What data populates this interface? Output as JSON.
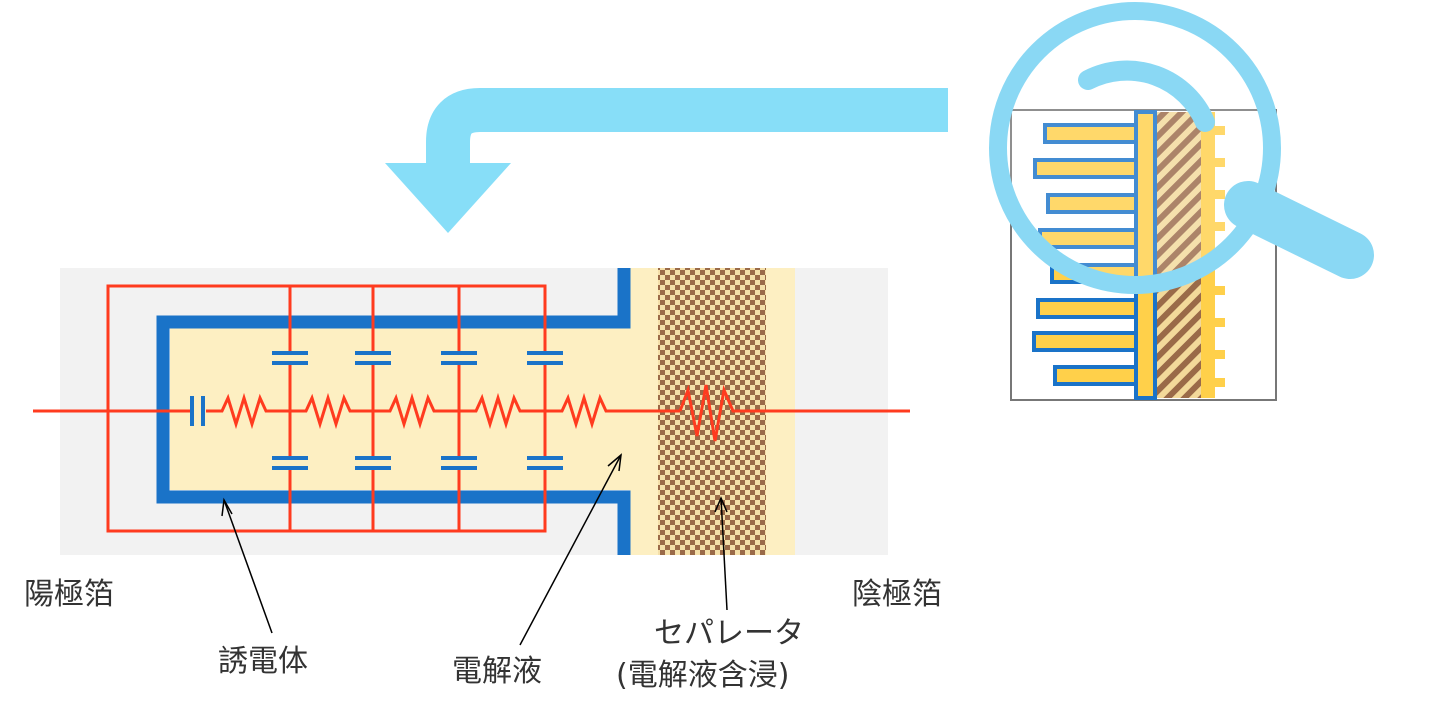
{
  "labels": {
    "anode_foil": "陽極箔",
    "cathode_foil": "陰極箔",
    "dielectric": "誘電体",
    "electrolyte": "電解液",
    "separator_line1": "セパレータ",
    "separator_line2": "(電解液含浸)"
  },
  "colors": {
    "circuit": "#ff3b1f",
    "foil": "#1a73c8",
    "electrolyte": "#fdefc2",
    "panel": "#f2f2f2",
    "separator_dark": "#9a6a48",
    "arrow": "#87def8",
    "magnifier": "#8ad8f4",
    "inset_gold": "#ffd04a",
    "label_text": "#333333"
  },
  "icons": {
    "flow_arrow": "curved-arrow-icon",
    "magnifier": "magnifying-glass-icon"
  }
}
